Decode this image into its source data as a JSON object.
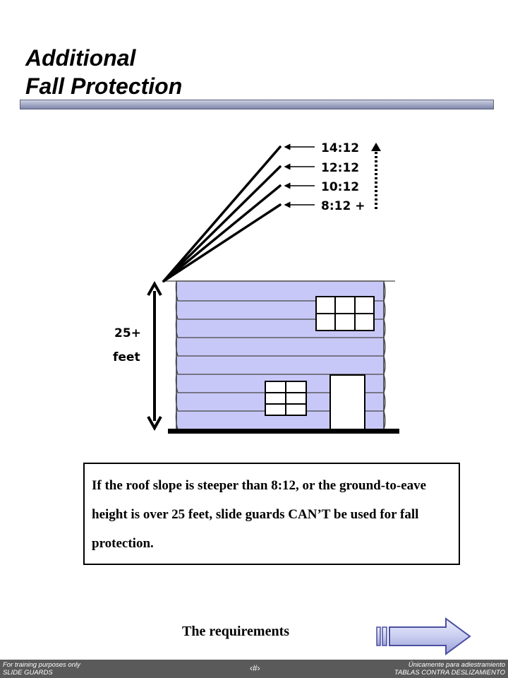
{
  "header": {
    "title_line1": "Additional",
    "title_line2": "Fall Protection"
  },
  "figure": {
    "slopes": [
      "14:12",
      "12:12",
      "10:12",
      "8:12 +"
    ],
    "height_value": "25+",
    "height_unit": "feet",
    "wall_color": "#c8c8f8"
  },
  "callout": {
    "text": "If the roof slope is steeper than 8:12, or the ground-to-eave height is over 25 feet, slide guards CAN’T be used for fall protection."
  },
  "link": {
    "label": "The requirements"
  },
  "footer": {
    "left_line1": "For training purposes only",
    "left_line2": "SLIDE GUARDS",
    "center": "‹#›",
    "right_line1": "Únicamente para adiestramiento",
    "right_line2": "TABLAS CONTRA DESLIZAMIENTO"
  }
}
